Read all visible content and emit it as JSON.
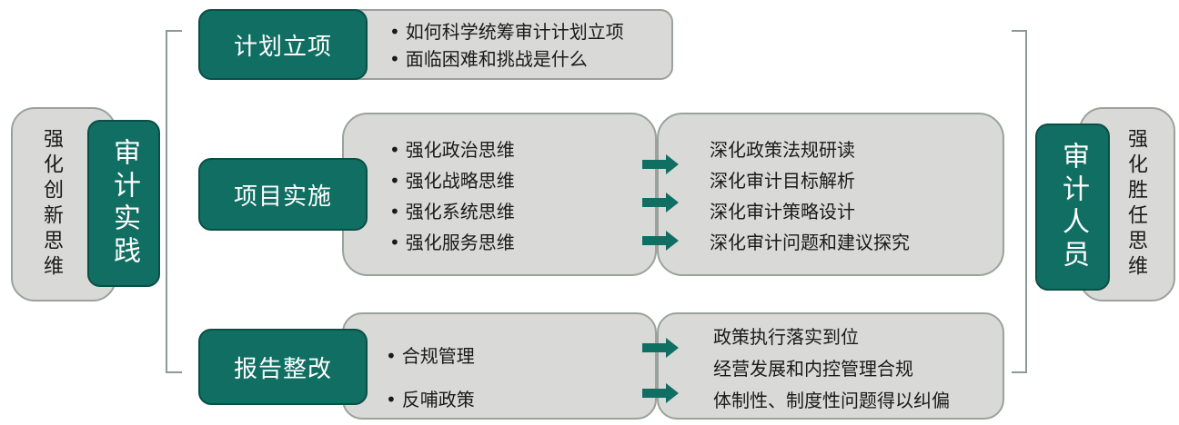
{
  "left": {
    "outer": "强化创新思维",
    "inner": "审计实践"
  },
  "right": {
    "outer": "强化胜任思维",
    "inner": "审计人员"
  },
  "stages": [
    {
      "title": "计划立项",
      "points": [
        "如何科学统筹审计计划立项",
        "面临困难和挑战是什么"
      ]
    },
    {
      "title": "项目实施",
      "points": [
        "强化政治思维",
        "强化战略思维",
        "强化系统思维",
        "强化服务思维"
      ],
      "results": [
        "深化政策法规研读",
        "深化审计目标解析",
        "深化审计策略设计",
        "深化审计问题和建议探究"
      ]
    },
    {
      "title": "报告整改",
      "points": [
        "合规管理",
        "反哺政策"
      ],
      "results": [
        "政策执行落实到位",
        "经营发展和内控管理合规",
        "体制性、制度性问题得以纠偏"
      ]
    }
  ],
  "bullet": "•",
  "colors": {
    "accent": "#116e62",
    "panel": "#d9d9d7",
    "border": "#9aa29d"
  }
}
